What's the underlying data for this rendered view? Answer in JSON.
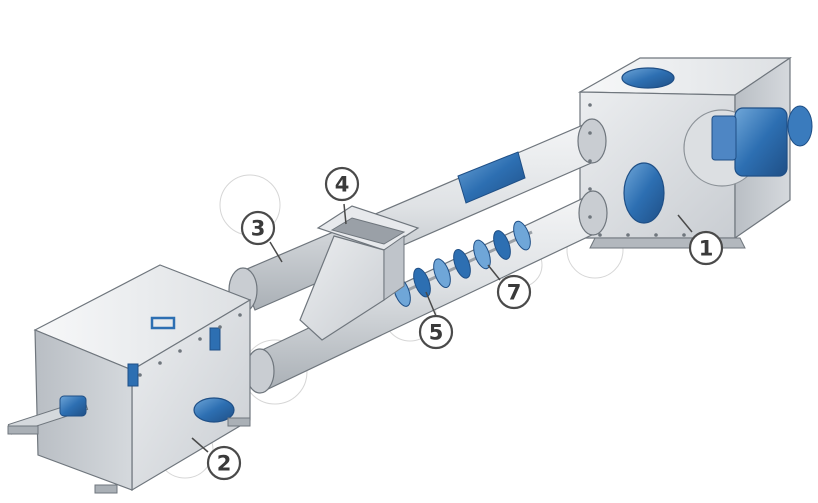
{
  "colors": {
    "steel_light": "#e4e6e9",
    "steel_mid": "#c8ccd1",
    "steel_dark": "#9aa0a7",
    "edge": "#6f767d",
    "blue": "#2d6fb2",
    "blue_light": "#6fa6d8",
    "blue_dark": "#1f4f86"
  },
  "callouts": [
    {
      "id": "c1",
      "label": "1"
    },
    {
      "id": "c2",
      "label": "2"
    },
    {
      "id": "c3",
      "label": "3"
    },
    {
      "id": "c4",
      "label": "4"
    },
    {
      "id": "c5",
      "label": "5"
    },
    {
      "id": "c7",
      "label": "7"
    }
  ]
}
